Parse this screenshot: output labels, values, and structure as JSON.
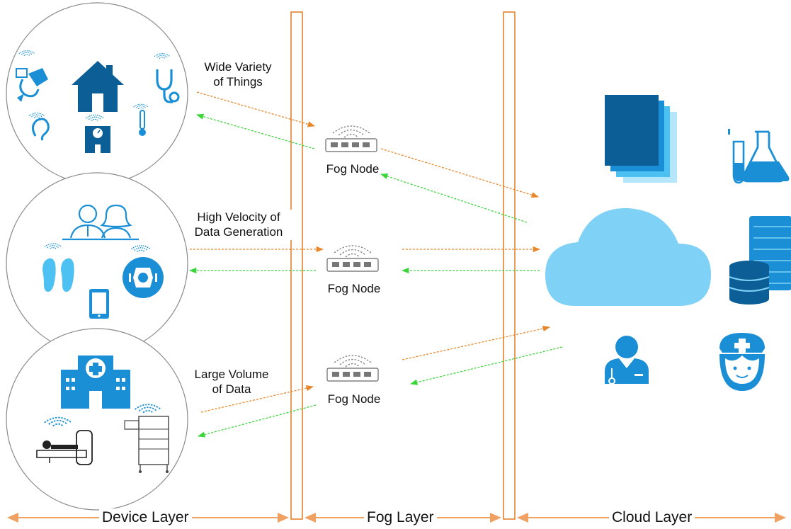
{
  "layers": {
    "device": "Device Layer",
    "fog": "Fog Layer",
    "cloud": "Cloud Layer"
  },
  "characteristics": {
    "variety": [
      "Wide Variety",
      "of Things"
    ],
    "velocity": [
      "High Velocity of",
      "Data Generation"
    ],
    "volume": [
      "Large Volume",
      "of Data"
    ]
  },
  "fog_nodes": [
    {
      "label": "Fog Node"
    },
    {
      "label": "Fog Node"
    },
    {
      "label": "Fog Node"
    }
  ],
  "colors": {
    "uplink": "#e8862a",
    "downlink": "#3bd43b",
    "icon_blue": "#1a8fd6",
    "icon_dark": "#0b5f96",
    "cloud": "#7fd2f5",
    "layer_bar": "#e07a1f"
  },
  "icons": {
    "device_group_1": [
      "wearable-sensor-icon",
      "home-icon",
      "stethoscope-icon",
      "hearing-aid-icon",
      "weight-scale-icon",
      "thermometer-icon"
    ],
    "device_group_2": [
      "doctor-patient-icon",
      "smart-shoes-icon",
      "smartwatch-icon",
      "tablet-icon"
    ],
    "device_group_3": [
      "hospital-icon",
      "mri-scanner-icon",
      "medical-cart-icon"
    ],
    "cloud_side": [
      "documents-icon",
      "lab-flask-icon",
      "cloud-icon",
      "database-server-icon",
      "doctor-icon",
      "nurse-icon"
    ]
  }
}
